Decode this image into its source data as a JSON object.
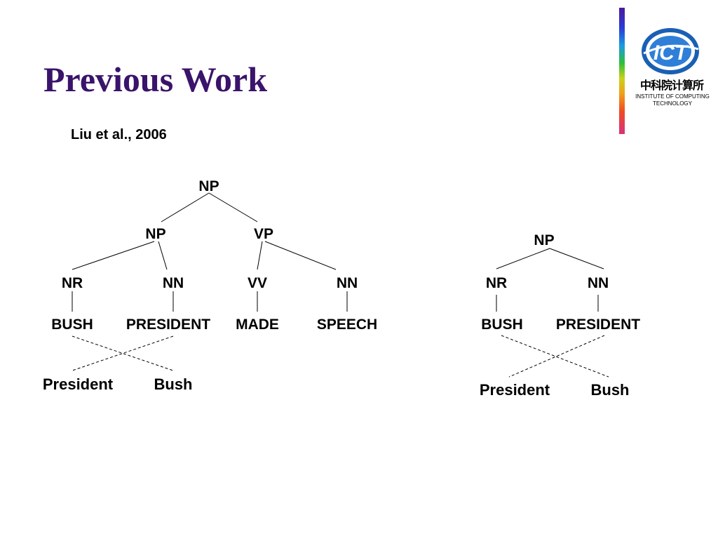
{
  "slide": {
    "title": "Previous Work",
    "citation": "Liu et al., 2006"
  },
  "logo": {
    "acronym": "ICT",
    "chinese_name": "中科院计算所",
    "english_line1": "INSTITUTE OF COMPUTING",
    "english_line2": "TECHNOLOGY",
    "colors": {
      "ring": "#1a5fb4",
      "bar_top": "#4b1a9a",
      "bar_bottom": "#d8327a"
    }
  },
  "tree_left": {
    "root": "NP",
    "np": "NP",
    "vp": "VP",
    "pos": [
      "NR",
      "NN",
      "VV",
      "NN"
    ],
    "words": [
      "BUSH",
      "PRESIDENT",
      "MADE",
      "SPEECH"
    ],
    "translation": [
      "President",
      "Bush"
    ]
  },
  "tree_right": {
    "root": "NP",
    "pos": [
      "NR",
      "NN"
    ],
    "words": [
      "BUSH",
      "PRESIDENT"
    ],
    "translation": [
      "President",
      "Bush"
    ]
  },
  "colors": {
    "title": "#3a136b",
    "text": "#000000",
    "edge": "#000000"
  }
}
